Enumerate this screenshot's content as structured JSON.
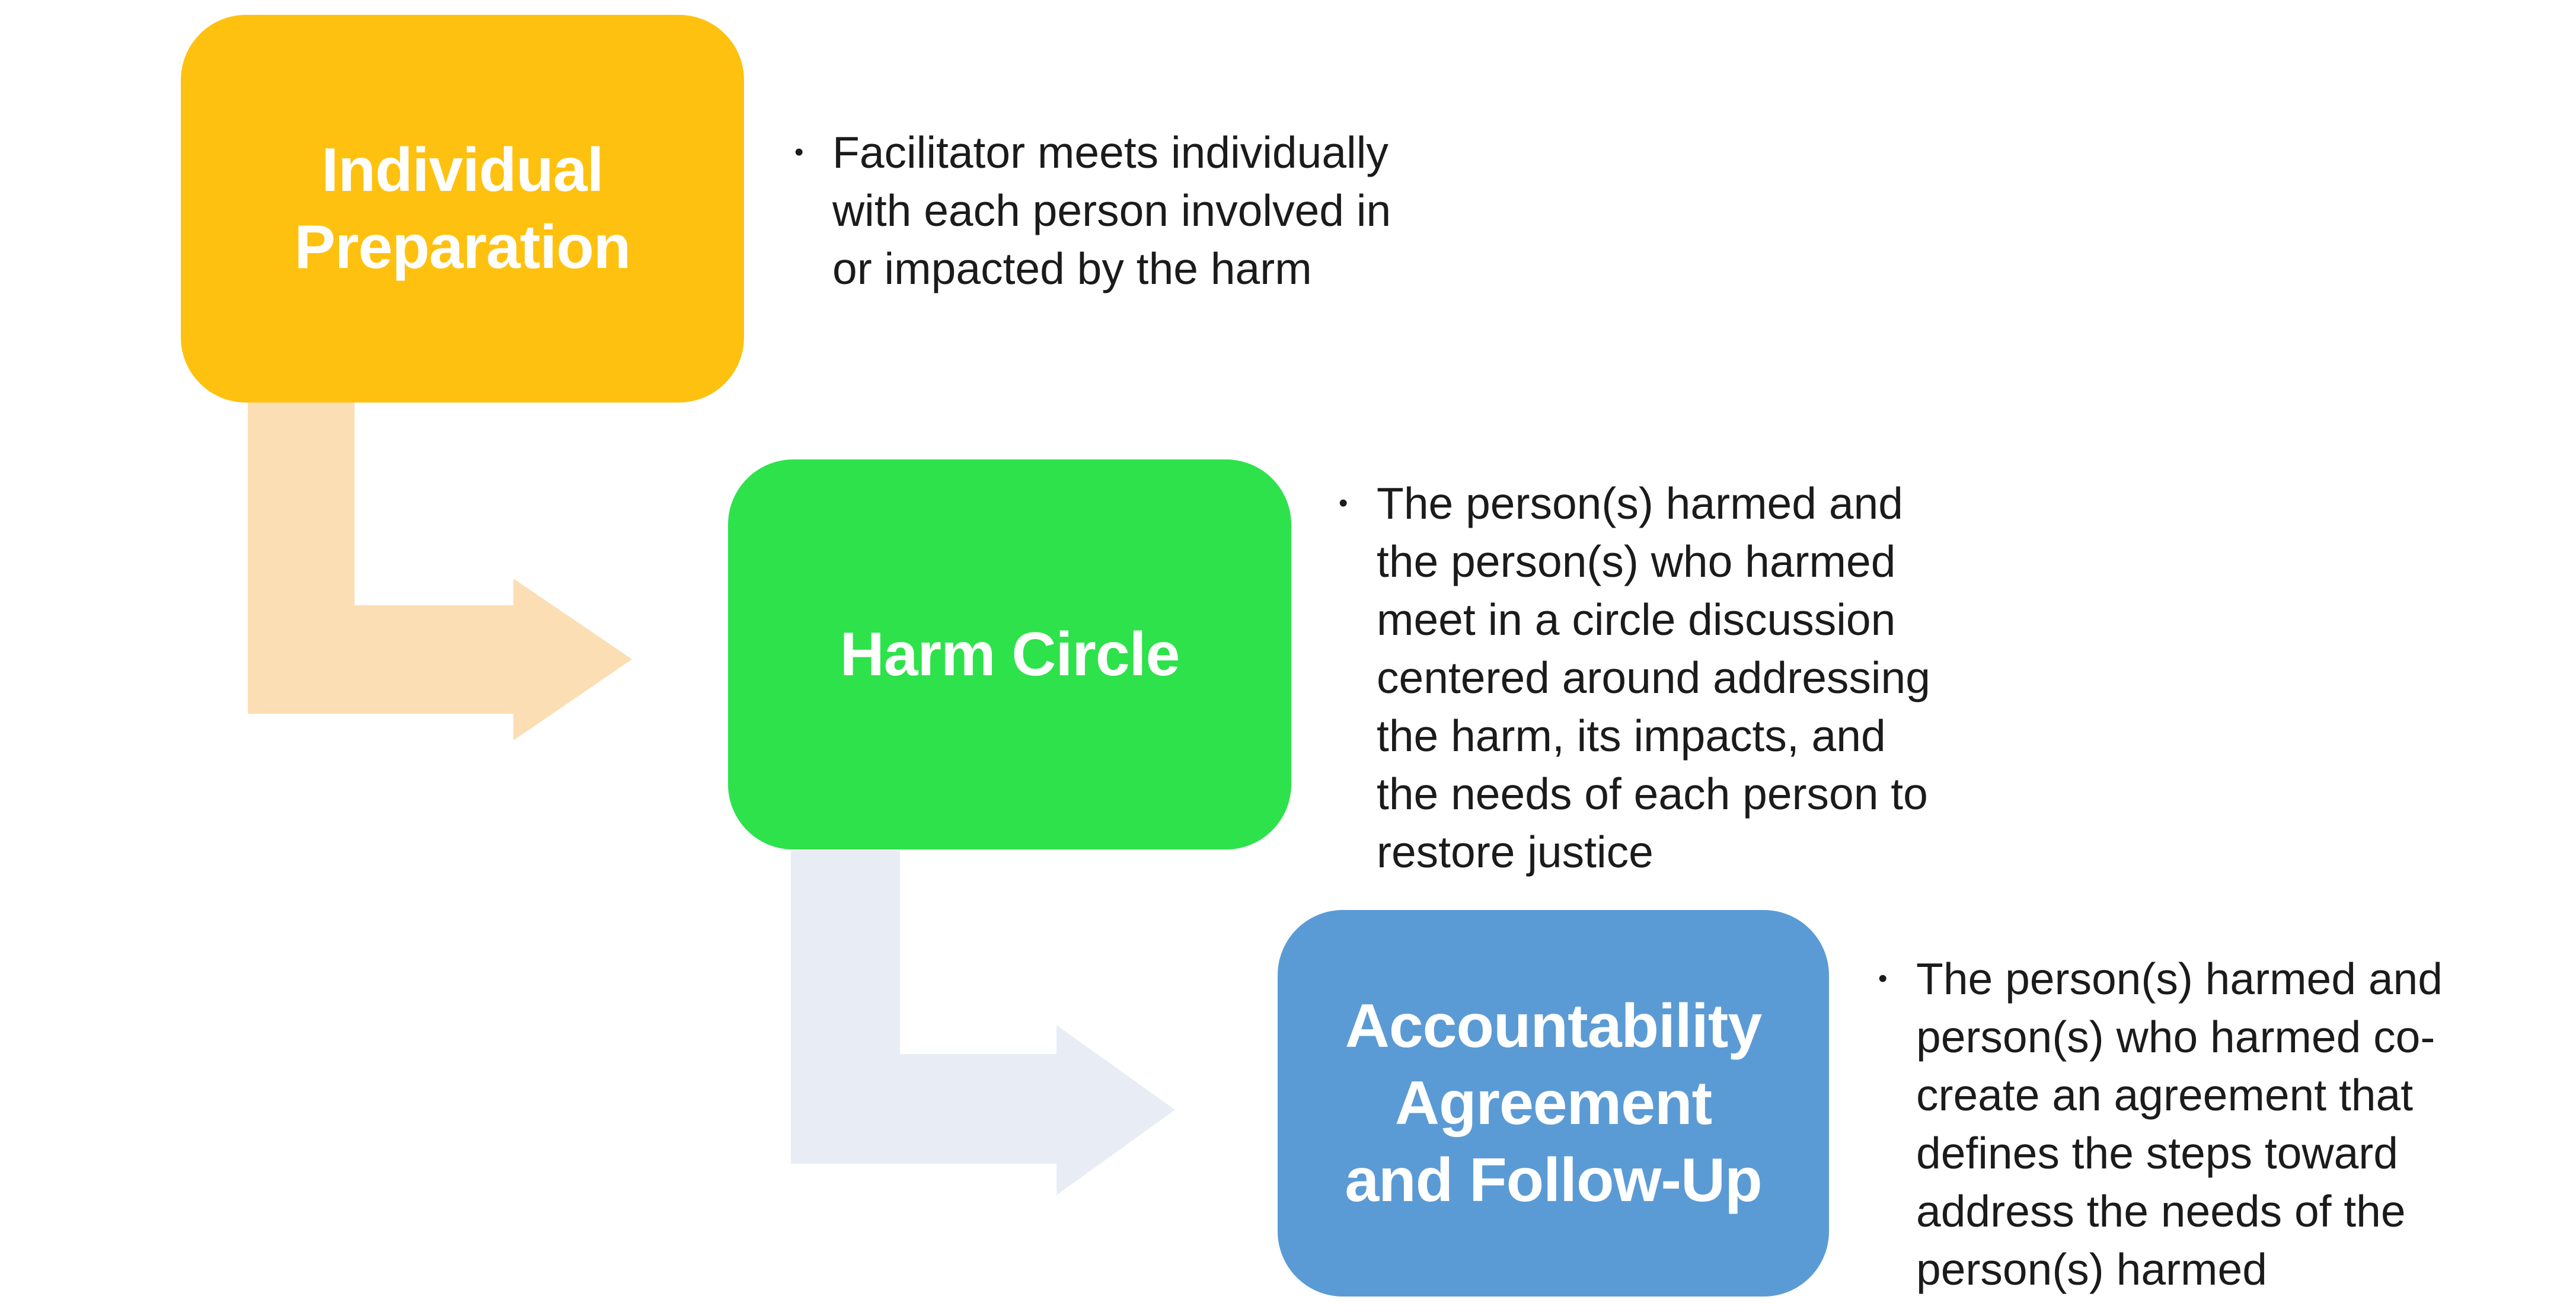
{
  "diagram": {
    "name": "restorative-justice-process",
    "bullet_char": "•"
  },
  "colors": {
    "step1_box": "#FFC110",
    "step2_box": "#2EE24B",
    "step3_box": "#5B9BD5",
    "arrow1": "#FBDEB4",
    "arrow2": "#E8EDF5",
    "title_text": "#FFFFFF",
    "body_text": "#1B1B1B",
    "background": "#FFFFFF"
  },
  "steps": [
    {
      "title": "Individual\nPreparation",
      "description": "Facilitator meets individually\nwith each person involved in\nor impacted by the harm"
    },
    {
      "title": "Harm Circle",
      "description": "The person(s) harmed and\nthe person(s) who harmed\nmeet in a circle discussion\ncentered around addressing\nthe harm, its impacts, and\nthe needs of each person to\nrestore justice"
    },
    {
      "title": "Accountability\nAgreement\nand Follow-Up",
      "description": "The person(s) harmed and\nperson(s) who harmed co-\ncreate an agreement that\ndefines the steps toward\naddress the needs of the\nperson(s) harmed"
    }
  ]
}
